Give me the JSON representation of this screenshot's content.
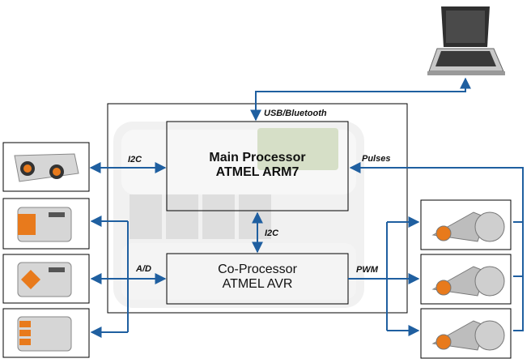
{
  "main_processor": {
    "line1": "Main Processor",
    "line2": "ATMEL ARM7"
  },
  "co_processor": {
    "line1": "Co-Processor",
    "line2": "ATMEL AVR"
  },
  "connections": {
    "usb": "USB/Bluetooth",
    "i2c_sensor": "I2C",
    "i2c_internal": "I2C",
    "ad": "A/D",
    "pulses": "Pulses",
    "pwm": "PWM"
  },
  "colors": {
    "arrow": "#1f5fa0",
    "box_border": "#000000",
    "sensor_orange": "#e87a1c",
    "motor_gray": "#a8a8a8"
  },
  "icons": {
    "computer": "laptop-icon",
    "sensors": [
      "ultrasonic-sensor-icon",
      "sound-sensor-icon",
      "light-sensor-icon",
      "touch-sensor-icon"
    ],
    "motors": [
      "servo-motor-icon",
      "servo-motor-icon",
      "servo-motor-icon"
    ]
  }
}
